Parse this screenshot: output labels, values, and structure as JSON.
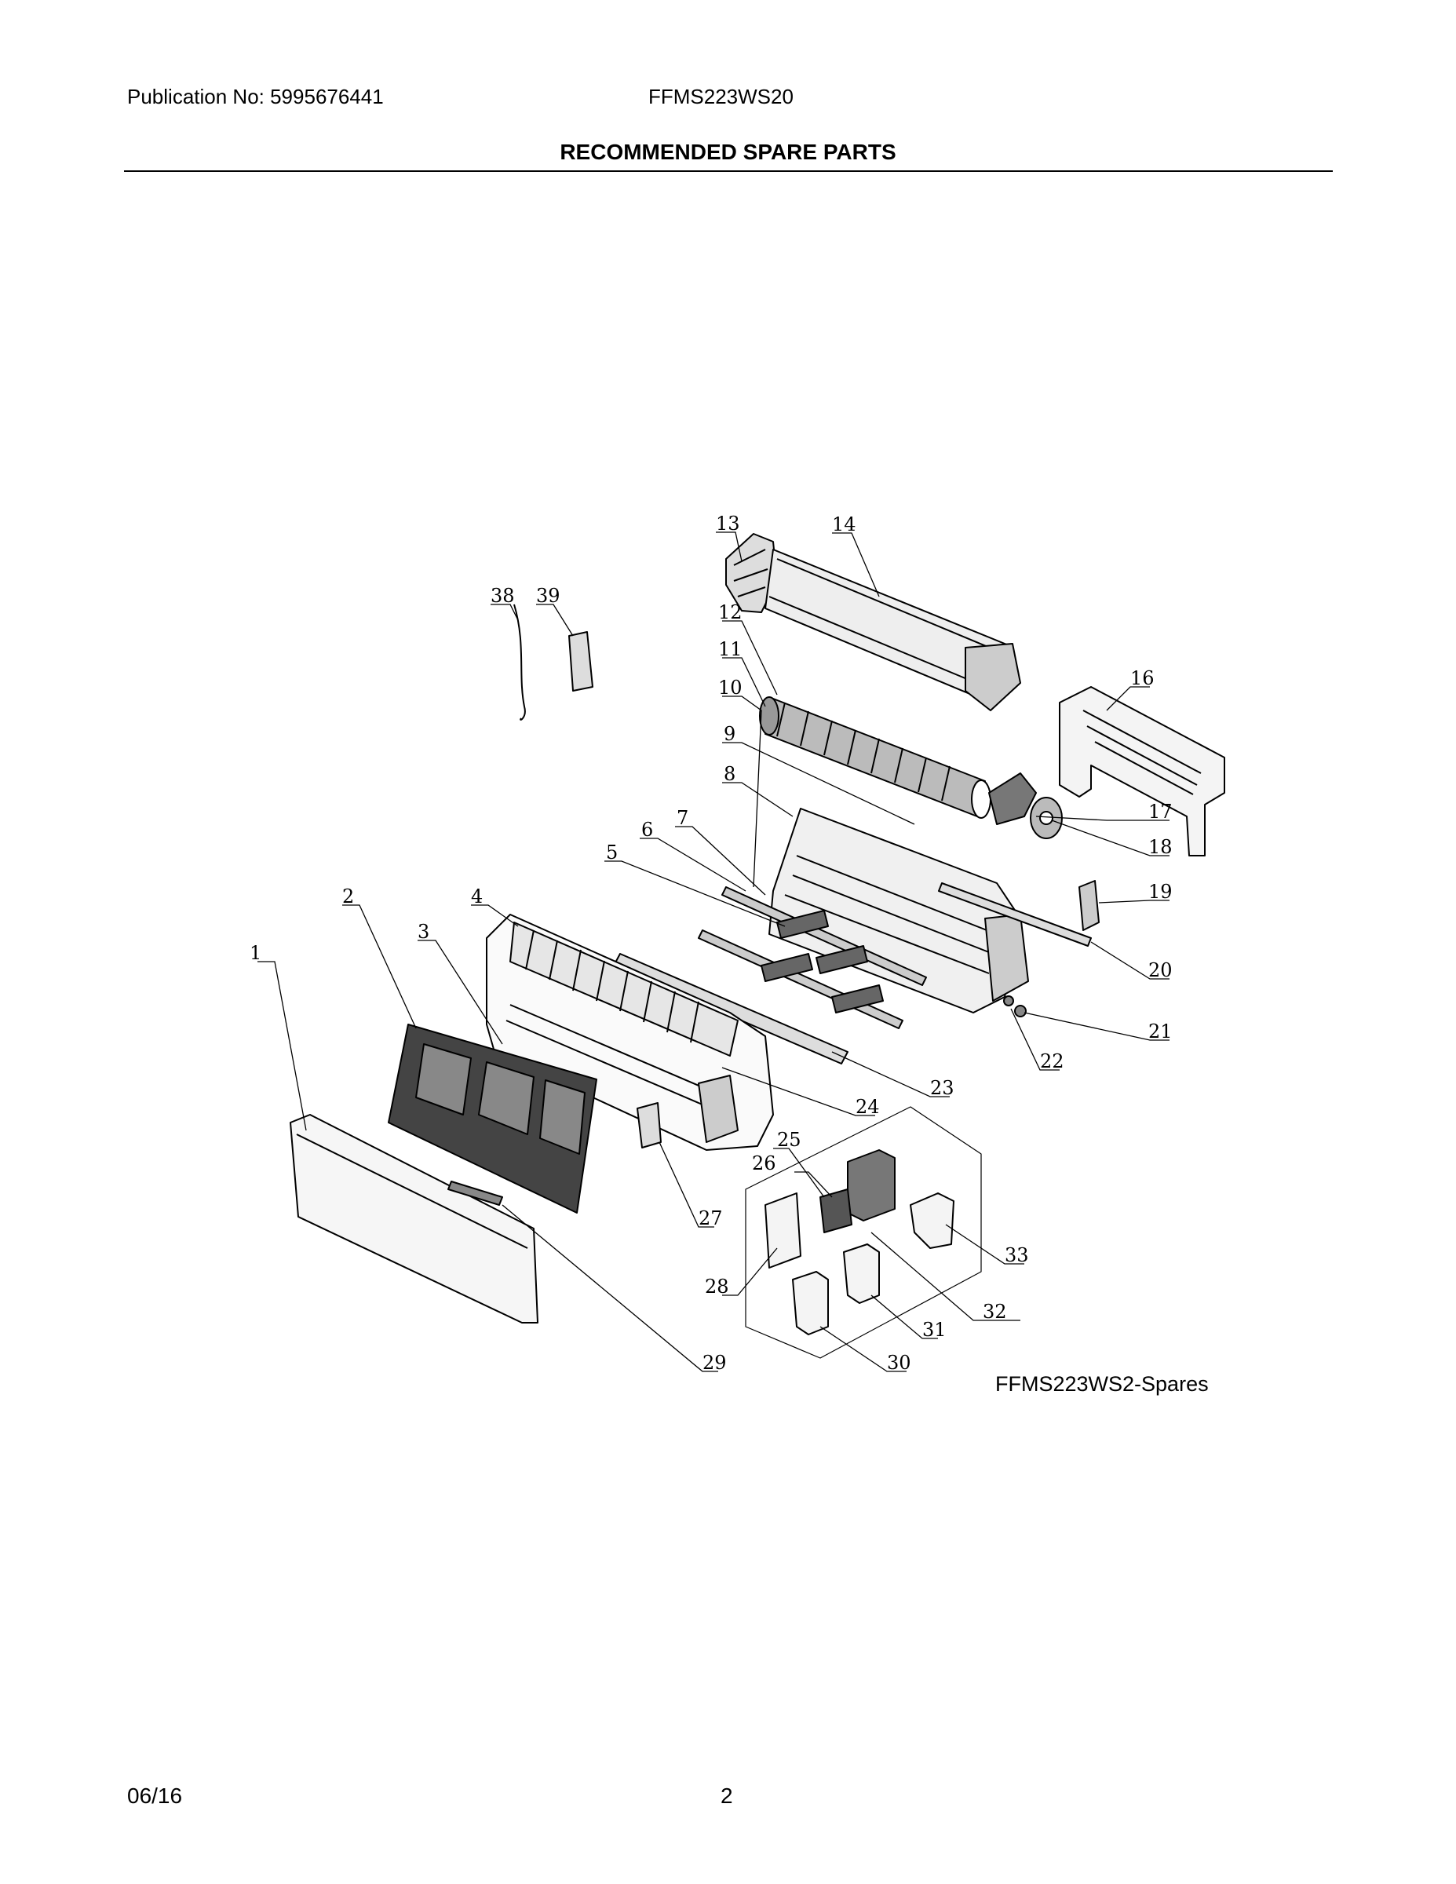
{
  "header": {
    "publication": "Publication No: 5995676441",
    "model": "FFMS223WS20",
    "title": "RECOMMENDED SPARE PARTS"
  },
  "diagram": {
    "caption": "FFMS223WS2-Spares",
    "callouts": [
      {
        "id": "c1",
        "label": "1"
      },
      {
        "id": "c2",
        "label": "2"
      },
      {
        "id": "c3",
        "label": "3"
      },
      {
        "id": "c4",
        "label": "4"
      },
      {
        "id": "c5",
        "label": "5"
      },
      {
        "id": "c6",
        "label": "6"
      },
      {
        "id": "c7",
        "label": "7"
      },
      {
        "id": "c8",
        "label": "8"
      },
      {
        "id": "c9",
        "label": "9"
      },
      {
        "id": "c10",
        "label": "10"
      },
      {
        "id": "c11",
        "label": "11"
      },
      {
        "id": "c12",
        "label": "12"
      },
      {
        "id": "c13",
        "label": "13"
      },
      {
        "id": "c14",
        "label": "14"
      },
      {
        "id": "c16",
        "label": "16"
      },
      {
        "id": "c17",
        "label": "17"
      },
      {
        "id": "c18",
        "label": "18"
      },
      {
        "id": "c19",
        "label": "19"
      },
      {
        "id": "c20",
        "label": "20"
      },
      {
        "id": "c21",
        "label": "21"
      },
      {
        "id": "c22",
        "label": "22"
      },
      {
        "id": "c23",
        "label": "23"
      },
      {
        "id": "c24",
        "label": "24"
      },
      {
        "id": "c25",
        "label": "25"
      },
      {
        "id": "c26",
        "label": "26"
      },
      {
        "id": "c27",
        "label": "27"
      },
      {
        "id": "c28",
        "label": "28"
      },
      {
        "id": "c29",
        "label": "29"
      },
      {
        "id": "c30",
        "label": "30"
      },
      {
        "id": "c31",
        "label": "31"
      },
      {
        "id": "c32",
        "label": "32"
      },
      {
        "id": "c33",
        "label": "33"
      },
      {
        "id": "c38",
        "label": "38"
      },
      {
        "id": "c39",
        "label": "39"
      }
    ]
  },
  "footer": {
    "date": "06/16",
    "page": "2"
  }
}
